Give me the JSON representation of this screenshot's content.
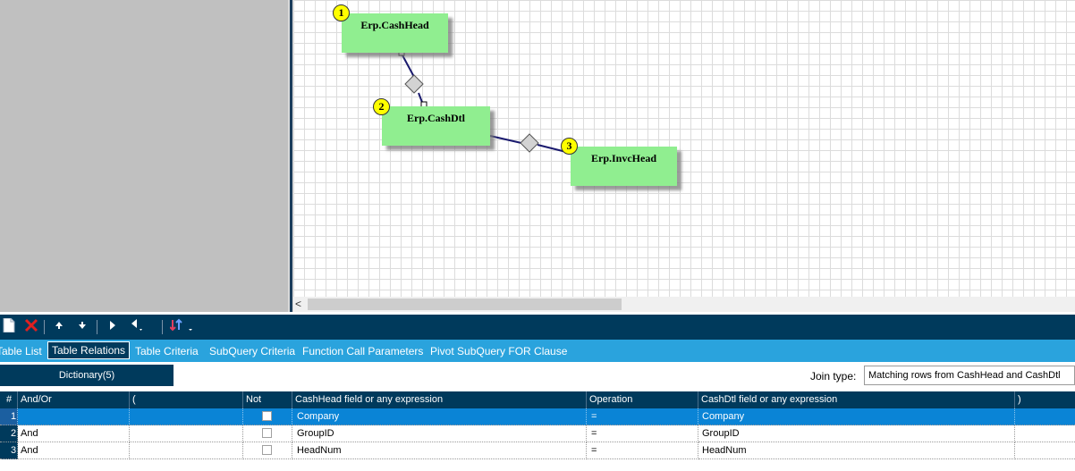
{
  "diagram": {
    "tables": [
      {
        "num": "1",
        "name": "Erp.CashHead"
      },
      {
        "num": "2",
        "name": "Erp.CashDtl"
      },
      {
        "num": "3",
        "name": "Erp.InvcHead"
      }
    ]
  },
  "scrollbar": {
    "left_arrow": "<"
  },
  "toolbar": {
    "icons": [
      "new-icon",
      "delete-icon",
      "move-up-icon",
      "move-down-icon",
      "play-icon",
      "back-icon",
      "sort-icon"
    ]
  },
  "tabs": [
    {
      "label": "Table List"
    },
    {
      "label": "Table Relations"
    },
    {
      "label": "Table Criteria"
    },
    {
      "label": "SubQuery Criteria"
    },
    {
      "label": "Function Call Parameters"
    },
    {
      "label": "Pivot SubQuery FOR Clause"
    }
  ],
  "filter": {
    "dictionary_label": "Dictionary(5)",
    "join_label": "Join type:",
    "join_value": "Matching rows from CashHead and CashDtl"
  },
  "grid": {
    "headers": [
      "#",
      "And/Or",
      "(",
      "Not",
      "CashHead field or any expression",
      "Operation",
      "CashDtl field or any expression",
      ")"
    ],
    "rows": [
      {
        "num": "1",
        "andor": "",
        "paren_open": "",
        "not": false,
        "left": "Company",
        "op": "=",
        "right": "Company",
        "paren_close": ""
      },
      {
        "num": "2",
        "andor": "And",
        "paren_open": "",
        "not": false,
        "left": "GroupID",
        "op": "=",
        "right": "GroupID",
        "paren_close": ""
      },
      {
        "num": "3",
        "andor": "And",
        "paren_open": "",
        "not": false,
        "left": "HeadNum",
        "op": "=",
        "right": "HeadNum",
        "paren_close": ""
      }
    ]
  },
  "colors": {
    "accent_dark": "#003a5c",
    "tab_bar": "#2aa3dd",
    "selected_row": "#0a84d6",
    "table_fill": "#90ee90",
    "badge": "#ffff00"
  }
}
